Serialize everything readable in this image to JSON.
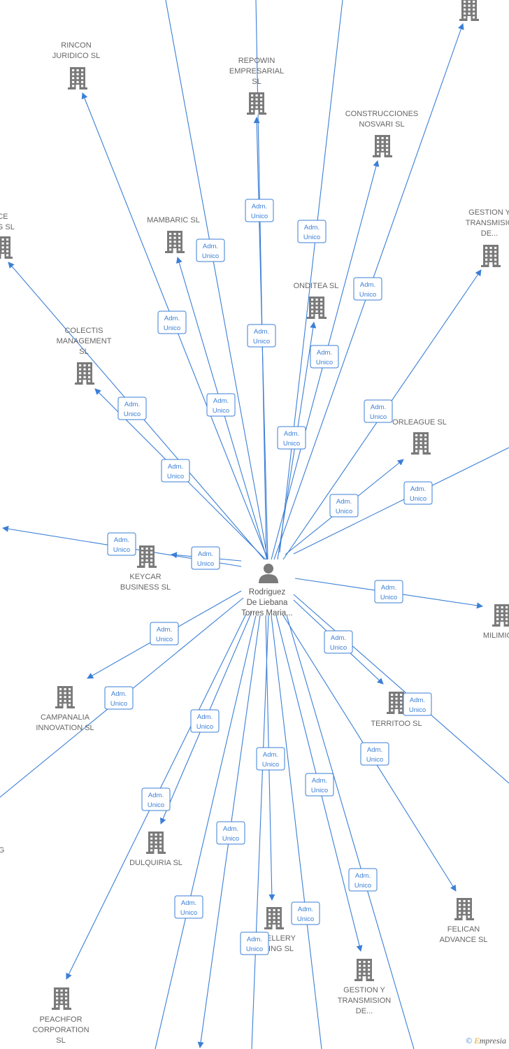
{
  "center": {
    "lines": [
      "Rodriguez",
      "De Liebana",
      "Torres Maria..."
    ],
    "icon": "person-icon"
  },
  "role": {
    "line1": "Adm.",
    "line2": "Unico"
  },
  "companies": [
    {
      "id": "rincon",
      "lines": [
        "RINCON",
        "JURIDICO SL"
      ],
      "icon": "building-icon"
    },
    {
      "id": "repowin",
      "lines": [
        "REPOWIN",
        "EMPRESARIAL",
        "SL"
      ],
      "icon": "building-icon"
    },
    {
      "id": "construcciones",
      "lines": [
        "CONSTRUCCIONES",
        "NOSVARI SL"
      ],
      "icon": "building-icon"
    },
    {
      "id": "top-right",
      "lines": [],
      "icon": "building-icon"
    },
    {
      "id": "left-edge",
      "lines": [
        "CE",
        "OG  SL"
      ],
      "icon": "building-icon"
    },
    {
      "id": "mambaric",
      "lines": [
        "MAMBARIC  SL"
      ],
      "icon": "building-icon"
    },
    {
      "id": "gestion-top",
      "lines": [
        "GESTION Y",
        "TRANSMISIO",
        "DE..."
      ],
      "icon": "building-icon"
    },
    {
      "id": "onditea",
      "lines": [
        "ONDITEA  SL"
      ],
      "icon": "building-icon"
    },
    {
      "id": "colectis",
      "lines": [
        "COLECTIS",
        "MANAGEMENT",
        "SL"
      ],
      "icon": "building-icon"
    },
    {
      "id": "orleague",
      "lines": [
        "ORLEAGUE  SL"
      ],
      "icon": "building-icon"
    },
    {
      "id": "keycar",
      "lines": [
        "KEYCAR",
        "BUSINESS  SL"
      ],
      "icon": "building-icon"
    },
    {
      "id": "milimig",
      "lines": [
        "MILIMIG"
      ],
      "icon": "building-icon"
    },
    {
      "id": "campanalia",
      "lines": [
        "CAMPANALIA",
        "INNOVATION  SL"
      ],
      "icon": "building-icon"
    },
    {
      "id": "territoo",
      "lines": [
        "TERRITOO  SL"
      ],
      "icon": "building-icon"
    },
    {
      "id": "g-edge",
      "lines": [
        "G"
      ],
      "icon": "building-icon"
    },
    {
      "id": "dulquiria",
      "lines": [
        "DULQUIRIA  SL"
      ],
      "icon": "building-icon"
    },
    {
      "id": "ellery",
      "lines": [
        "ELLERY",
        "ING  SL"
      ],
      "icon": "building-icon"
    },
    {
      "id": "felican",
      "lines": [
        "FELICAN",
        "ADVANCE  SL"
      ],
      "icon": "building-icon"
    },
    {
      "id": "gestion-bottom",
      "lines": [
        "GESTION Y",
        "TRANSMISION",
        "DE..."
      ],
      "icon": "building-icon"
    },
    {
      "id": "peachfor",
      "lines": [
        "PEACHFOR",
        "CORPORATION",
        "SL"
      ],
      "icon": "building-icon"
    }
  ],
  "watermark": {
    "symbol": "©",
    "brand_initial": "E",
    "brand_rest": "mpresia"
  },
  "colors": {
    "edge": "#3b7fd6",
    "icon": "#7a7a7a",
    "label": "#666666"
  }
}
